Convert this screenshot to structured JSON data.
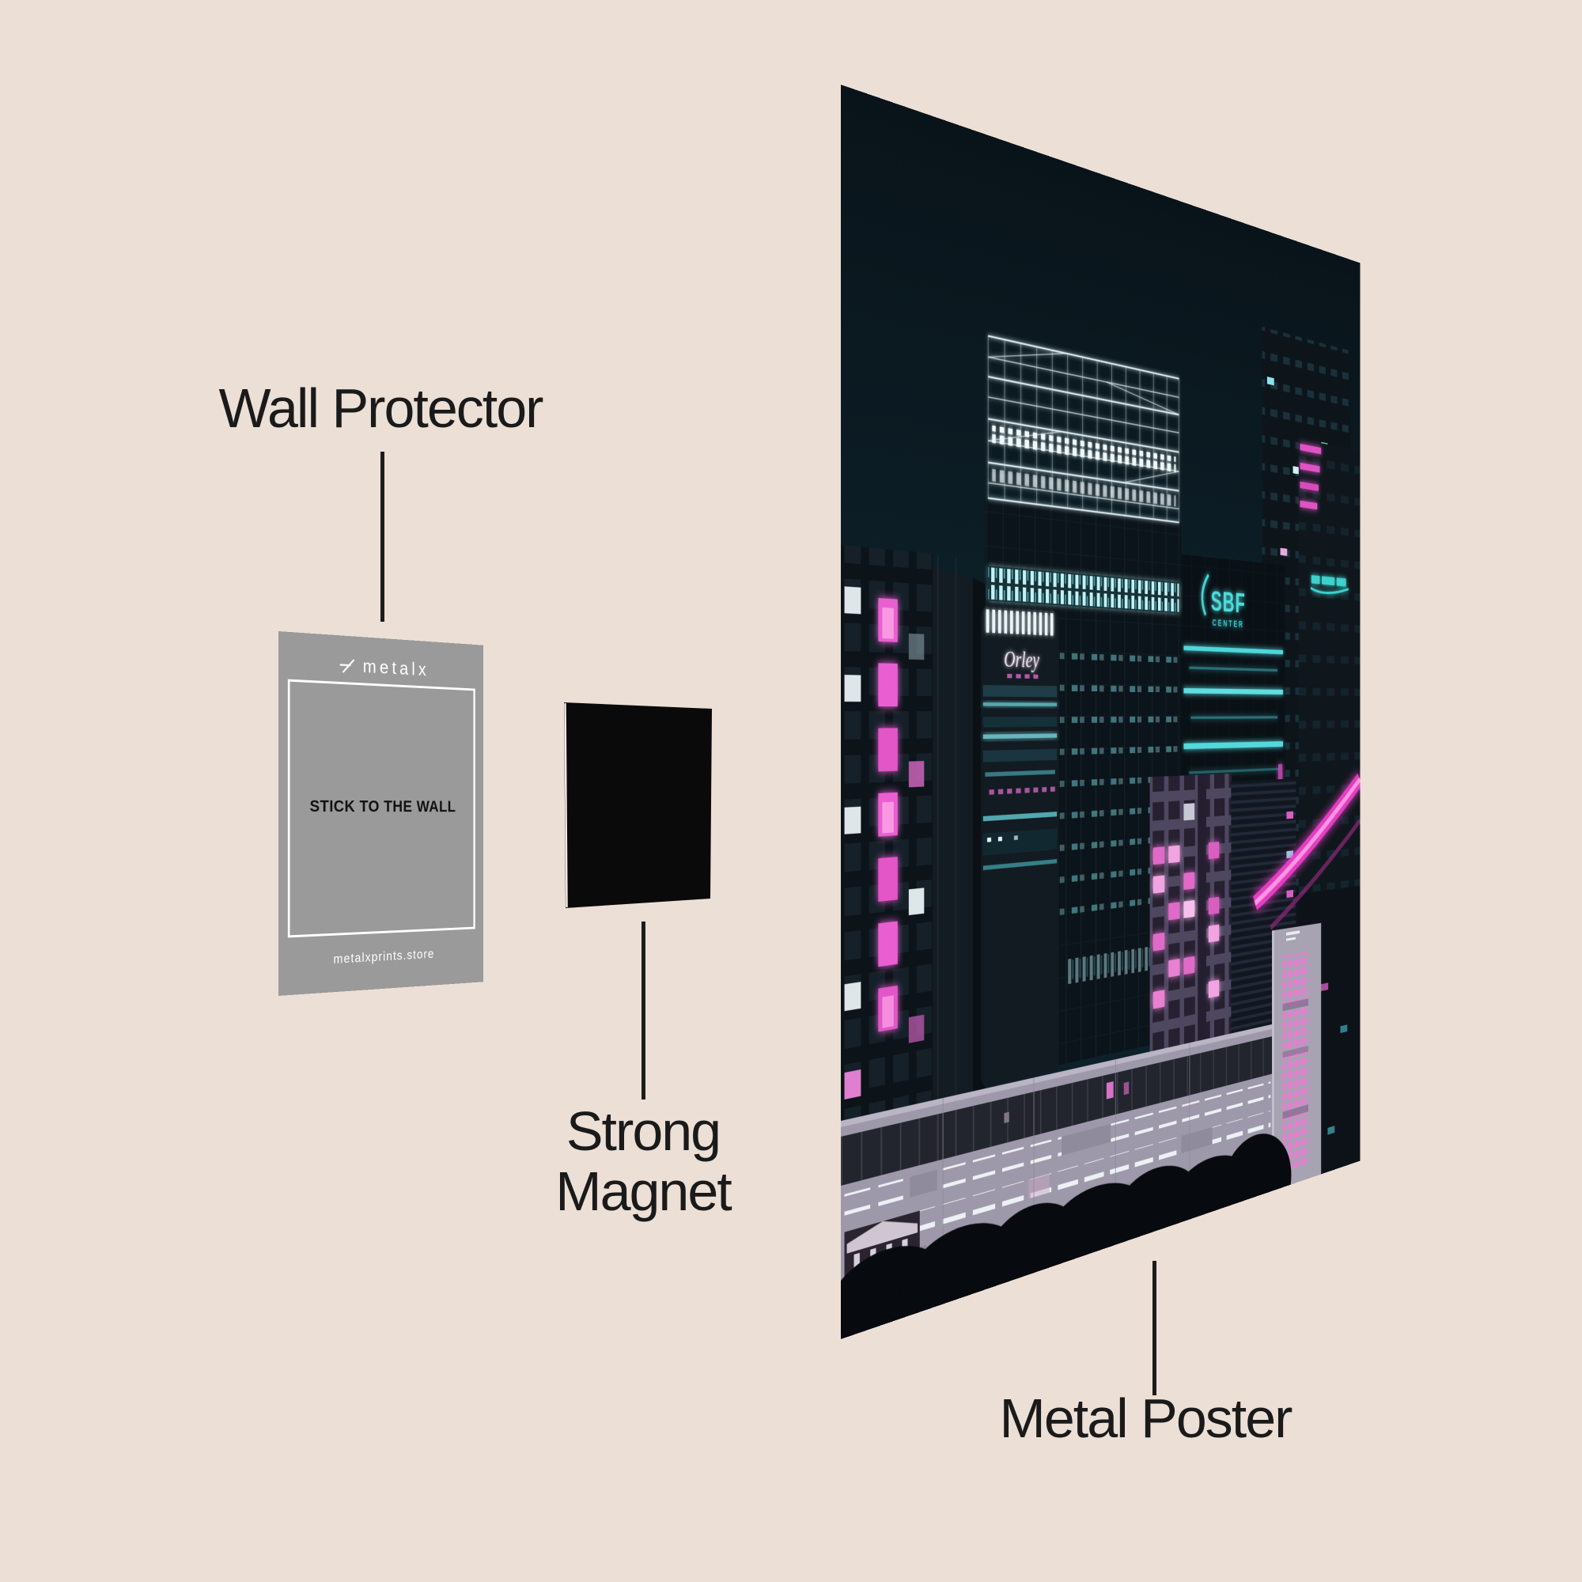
{
  "page": {
    "background_color": "#ecdfd6",
    "text_color": "#1a1a1a"
  },
  "labels": {
    "wall_protector": "Wall Protector",
    "strong_magnet_line1": "Strong",
    "strong_magnet_line2": "Magnet",
    "metal_poster": "Metal Poster"
  },
  "wall_protector_card": {
    "brand": "metalx",
    "center_text": "STICK TO THE WALL",
    "footer_text": "metalxprints.store",
    "card_color": "#9a9a9a"
  },
  "magnet": {
    "color": "#0a0a0b"
  },
  "poster": {
    "signs": {
      "sbf": "SBF",
      "sbf_sub": "CENTER",
      "orley": "Orley"
    },
    "colors": {
      "sky": "#0c1c24",
      "neon_cyan": "#4fd8db",
      "neon_pink": "#ee55cd",
      "crown_white": "#e2f2f7"
    }
  }
}
